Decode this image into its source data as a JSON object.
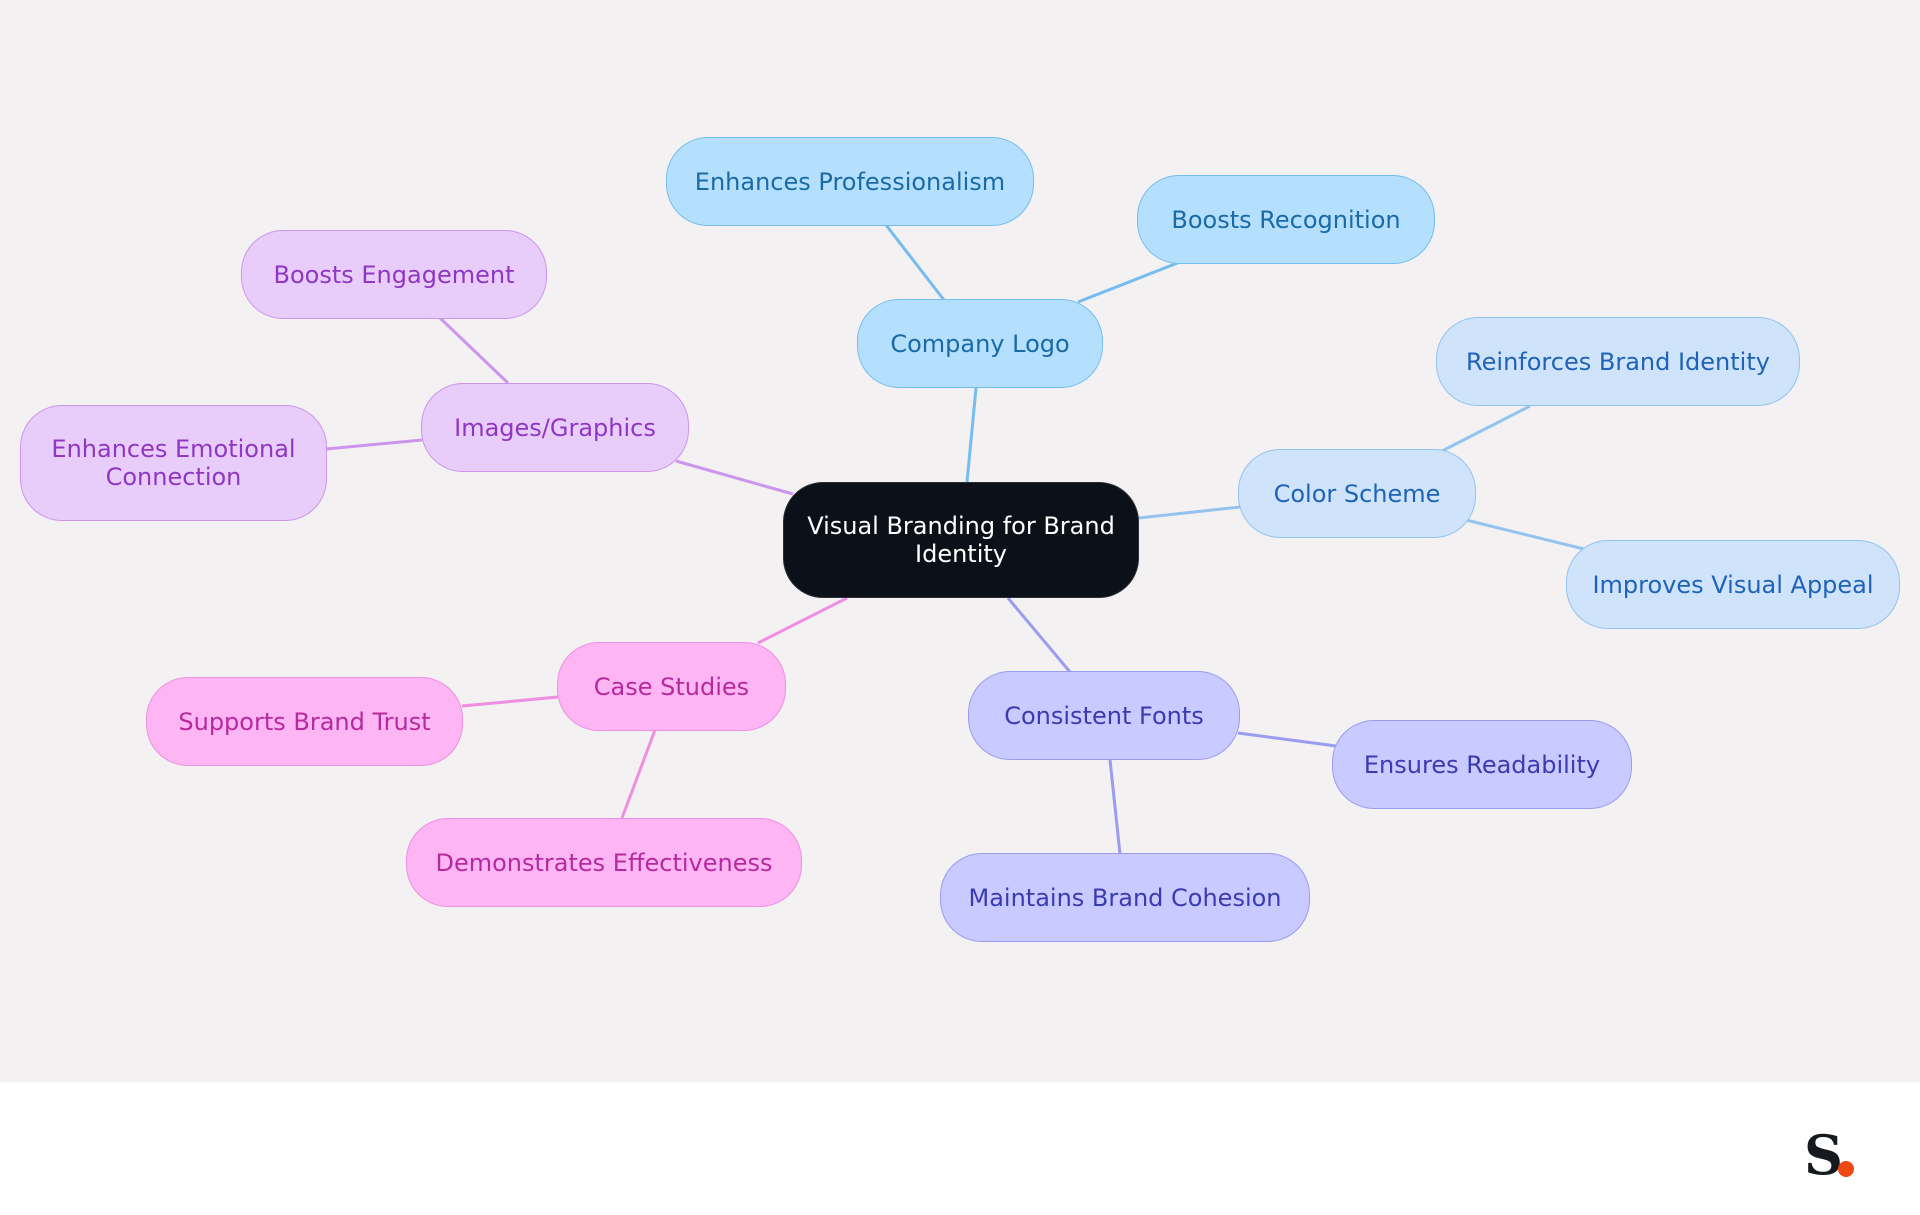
{
  "mindmap": {
    "root": "Visual Branding for Brand Identity",
    "branches": {
      "company_logo": {
        "label": "Company Logo",
        "children": [
          "Enhances Professionalism",
          "Boosts Recognition"
        ]
      },
      "color_scheme": {
        "label": "Color Scheme",
        "children": [
          "Reinforces Brand Identity",
          "Improves Visual Appeal"
        ]
      },
      "consistent_fonts": {
        "label": "Consistent Fonts",
        "children": [
          "Ensures Readability",
          "Maintains Brand Cohesion"
        ]
      },
      "case_studies": {
        "label": "Case Studies",
        "children": [
          "Supports Brand Trust",
          "Demonstrates Effectiveness"
        ]
      },
      "images_graphics": {
        "label": "Images/Graphics",
        "children": [
          "Boosts Engagement",
          "Enhances Emotional Connection"
        ]
      }
    },
    "colors": {
      "company_logo": "#75bdf0",
      "color_scheme": "#94c3f0",
      "consistent_fonts": "#9a9cf0",
      "case_studies": "#ee8fe0",
      "images_graphics": "#cc95ee"
    }
  },
  "footer": {
    "logo_letter": "S"
  }
}
